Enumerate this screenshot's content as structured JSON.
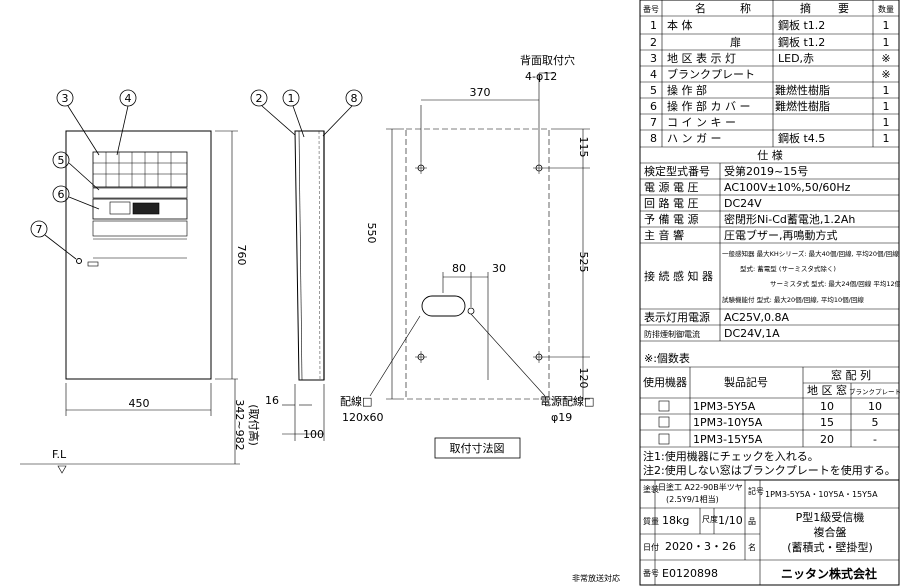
{
  "callouts": [
    "1",
    "2",
    "3",
    "4",
    "5",
    "6",
    "7",
    "8"
  ],
  "dims": {
    "rear_hole_title": "背面取付穴",
    "rear_hole_spec": "4-φ12",
    "w370": "370",
    "h760": "760",
    "h550": "550",
    "h115": "115",
    "h525": "525",
    "h120": "120",
    "w80": "80",
    "w30": "30",
    "w450": "450",
    "d16": "16",
    "d100": "100",
    "mount_h": "342~982",
    "mount_note": "(取付高)",
    "wiring_label": "配線□",
    "wiring_size": "120x60",
    "power_label": "電源配線□",
    "power_size": "φ19",
    "fl": "F.L",
    "mount_diagram": "取付寸法図",
    "non_explosion": "非常放送対応"
  },
  "parts": {
    "headers": [
      "番号",
      "名",
      "称",
      "摘",
      "要",
      "数量"
    ],
    "rows": [
      {
        "no": "1",
        "name": "本 体",
        "spec": "鋼板 t1.2",
        "qty": "1"
      },
      {
        "no": "2",
        "name": "扉",
        "spec": "鋼板 t1.2",
        "qty": "1"
      },
      {
        "no": "3",
        "name": "地 区 表 示 灯",
        "spec": "LED,赤",
        "qty": "※"
      },
      {
        "no": "4",
        "name": "ブランクプレート",
        "spec": "",
        "qty": "※"
      },
      {
        "no": "5",
        "name": "操 作 部",
        "spec": "難燃性樹脂",
        "qty": "1"
      },
      {
        "no": "6",
        "name": "操 作 部 カ バ ー",
        "spec": "難燃性樹脂",
        "qty": "1"
      },
      {
        "no": "7",
        "name": "コ イ ン キ ー",
        "spec": "",
        "qty": "1"
      },
      {
        "no": "8",
        "name": "ハ ン ガ ー",
        "spec": "鋼板 t4.5",
        "qty": "1"
      }
    ]
  },
  "spec": {
    "title": "仕 様",
    "rows": [
      {
        "label": "検定型式番号",
        "value": "受第2019~15号"
      },
      {
        "label": "電 源 電 圧",
        "value": "AC100V±10%,50/60Hz"
      },
      {
        "label": "回 路 電 圧",
        "value": "DC24V"
      },
      {
        "label": "予 備 電 源",
        "value": "密閉形Ni-Cd蓄電池,1.2Ah"
      },
      {
        "label": "主 音 響",
        "value": "圧電ブザー,再鳴動方式"
      }
    ],
    "detector_label": "接 続 感 知 器",
    "detector_lines": [
      "一般感知器 最大KHシリーズ: 最大40個/回線, 平均20個/回線",
      "型式: 蓄電型 (サーミスタ式除く)",
      "サーミスタ式 型式: 最大24個/回線 平均12個/回線",
      "試験機能付 型式: 最大20個/回線, 平均10個/回線"
    ],
    "rows2": [
      {
        "label": "表示灯用電源",
        "value": "AC25V,0.8A"
      },
      {
        "label": "防排煙制御電流",
        "value": "DC24V,1A"
      }
    ]
  },
  "count": {
    "note_label": "※:個数表",
    "hdr_used": "使用機器",
    "hdr_model": "製品記号",
    "hdr_window": "窓 配 列",
    "hdr_area": "地 区 窓",
    "hdr_blank": "ブランクプレート",
    "rows": [
      {
        "model": "1PM3-5Y5A",
        "area": "10",
        "blank": "10"
      },
      {
        "model": "1PM3-10Y5A",
        "area": "15",
        "blank": "5"
      },
      {
        "model": "1PM3-15Y5A",
        "area": "20",
        "blank": "-"
      }
    ],
    "notes": [
      "注1:使用機器にチェックを入れる。",
      "注2:使用しない窓はブランクプレートを使用する。"
    ]
  },
  "title_block": {
    "label_approval": "塗装",
    "approval": "日塗工 A22-90B半ツヤ",
    "approval2": "(2.5Y9/1相当)",
    "label_code": "記号",
    "code": "1PM3-5Y5A・10Y5A・15Y5A",
    "label_weight": "質量",
    "weight": "18kg",
    "label_scale": "尺度",
    "scale": "1/10",
    "label_product": "品",
    "product1": "P型1級受信機",
    "product2": "複合盤",
    "product3": "(蓄積式・壁掛型)",
    "label_date": "日付",
    "date": "2020・3・26",
    "label_name": "名",
    "label_number": "番号",
    "number": "E0120898",
    "company": "ニッタン株式会社"
  }
}
